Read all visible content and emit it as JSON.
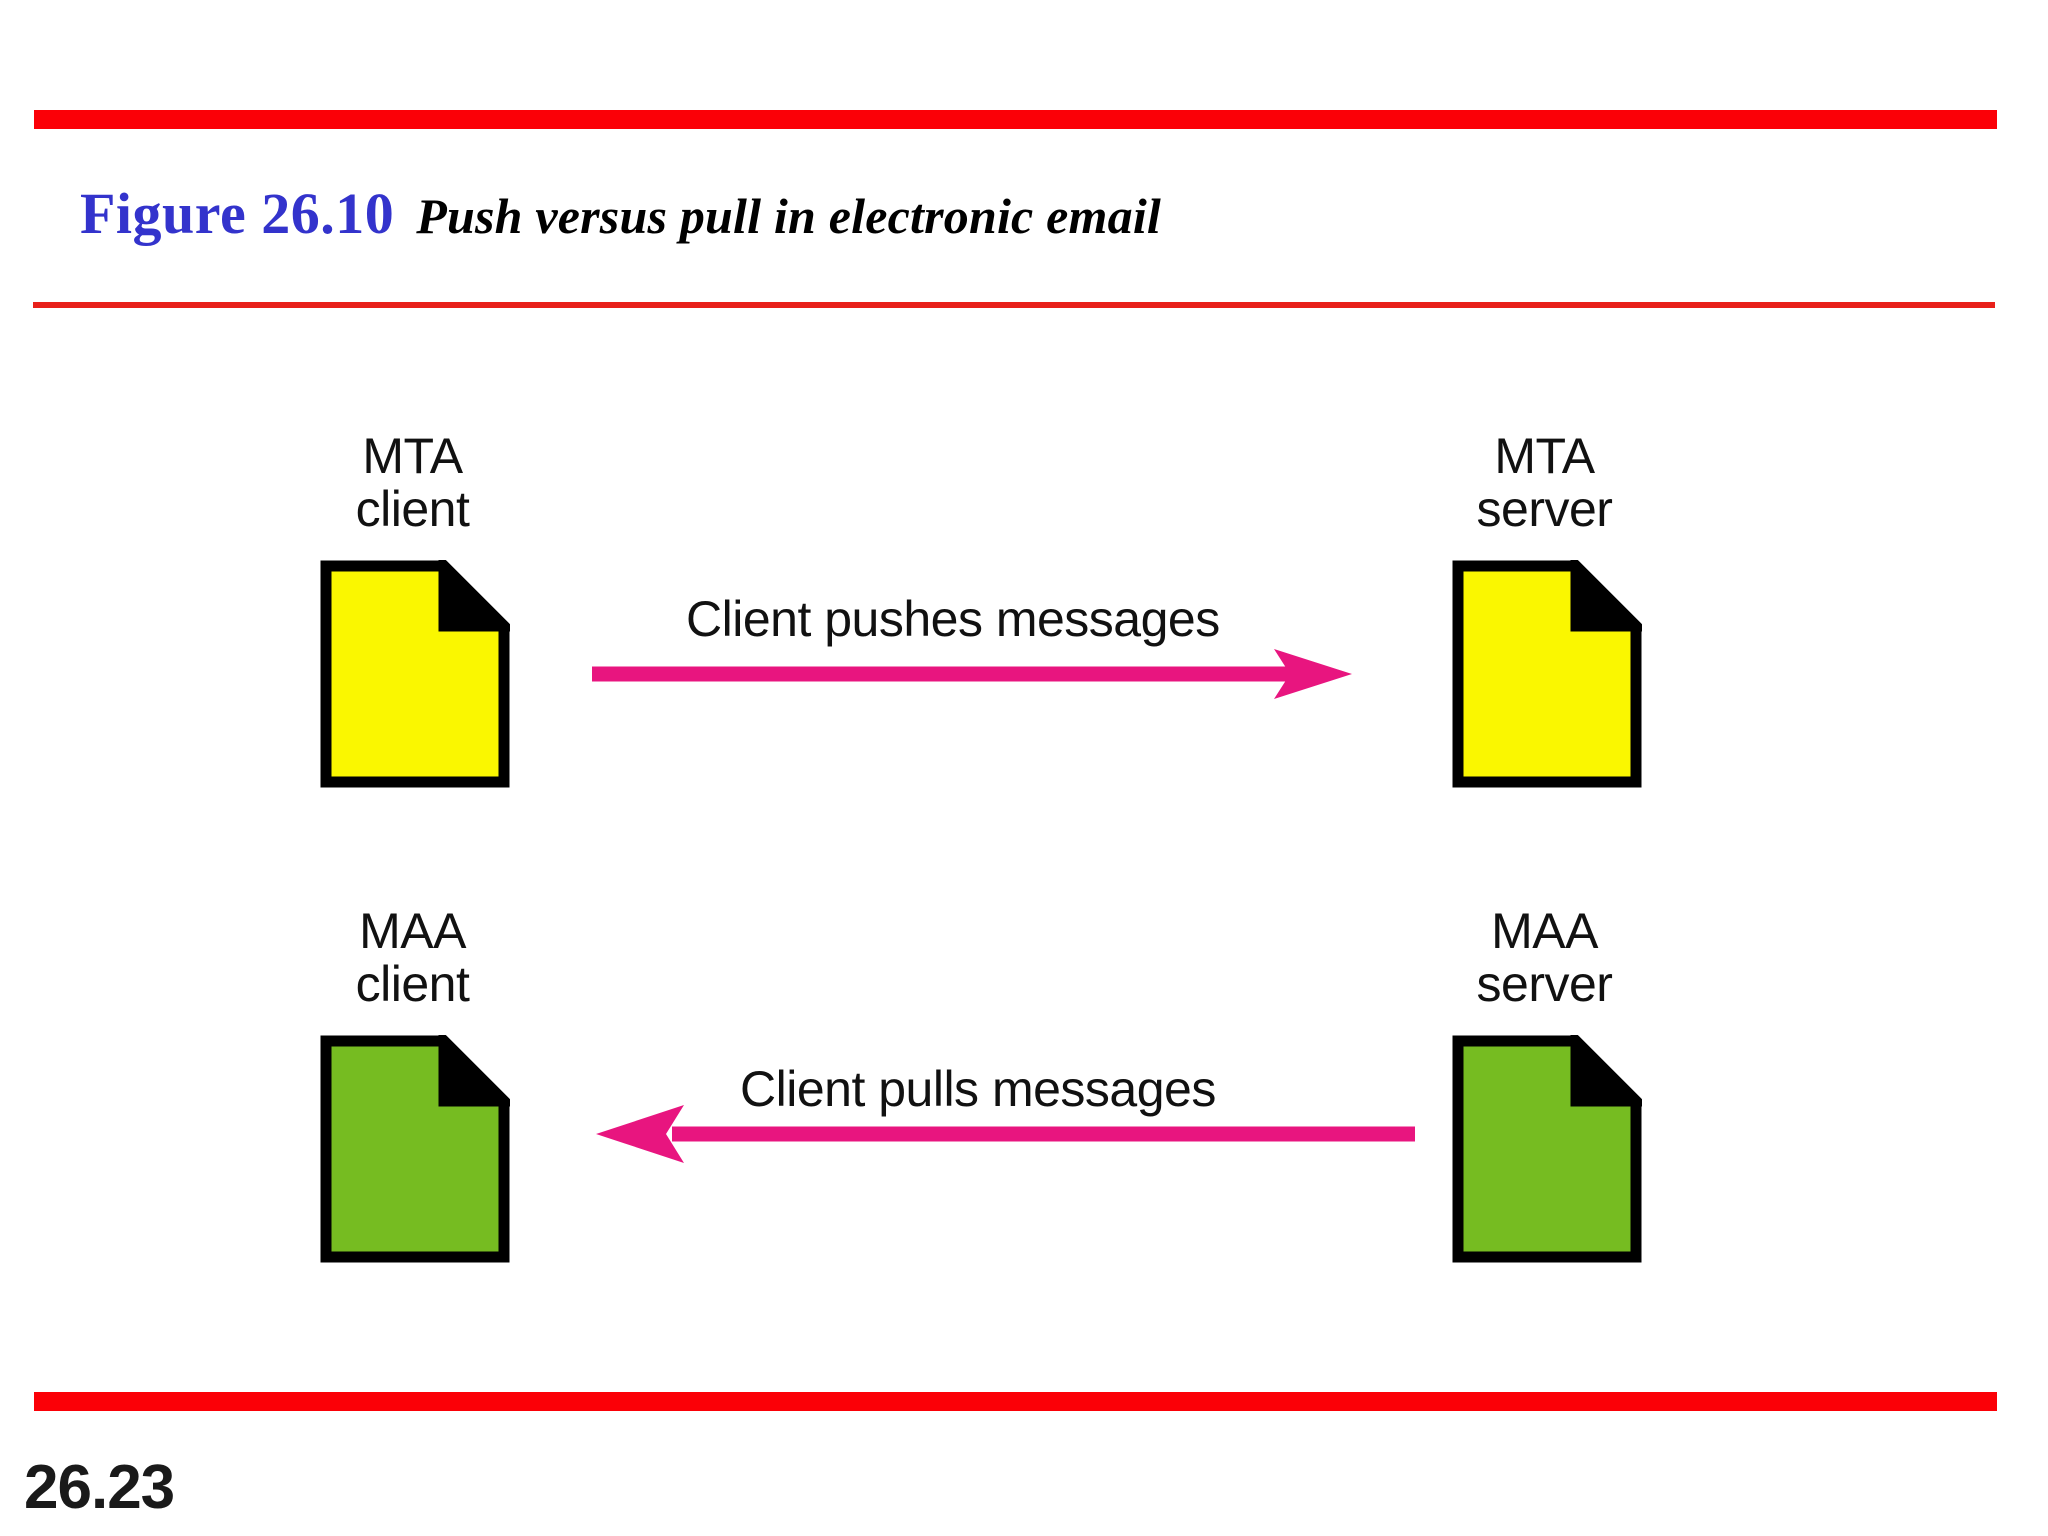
{
  "slide": {
    "figure_label": "Figure 26.10",
    "figure_caption": "Push versus pull in electronic email",
    "page_number": "26.23",
    "colors": {
      "bar_red": "#fb0007",
      "rule_red": "#e8201a",
      "figure_label_blue": "#3333cc",
      "mta_doc_yellow": "#faf700",
      "maa_doc_green": "#76bc21",
      "arrow_magenta": "#e8157f",
      "doc_outline_black": "#000000"
    }
  },
  "diagram": {
    "type": "push-pull-email",
    "nodes": [
      {
        "id": "mta-client",
        "label": "MTA\nclient",
        "icon": "document-icon",
        "fill": "#faf700",
        "side": "left",
        "row": "push"
      },
      {
        "id": "mta-server",
        "label": "MTA\nserver",
        "icon": "document-icon",
        "fill": "#faf700",
        "side": "right",
        "row": "push"
      },
      {
        "id": "maa-client",
        "label": "MAA\nclient",
        "icon": "document-icon",
        "fill": "#76bc21",
        "side": "left",
        "row": "pull"
      },
      {
        "id": "maa-server",
        "label": "MAA\nserver",
        "icon": "document-icon",
        "fill": "#76bc21",
        "side": "right",
        "row": "pull"
      }
    ],
    "arrows": [
      {
        "id": "push-arrow",
        "caption": "Client pushes messages",
        "direction": "right",
        "from": "mta-client",
        "to": "mta-server",
        "color": "#e8157f"
      },
      {
        "id": "pull-arrow",
        "caption": "Client pulls messages",
        "direction": "left",
        "from": "maa-server",
        "to": "maa-client",
        "color": "#e8157f"
      }
    ]
  }
}
